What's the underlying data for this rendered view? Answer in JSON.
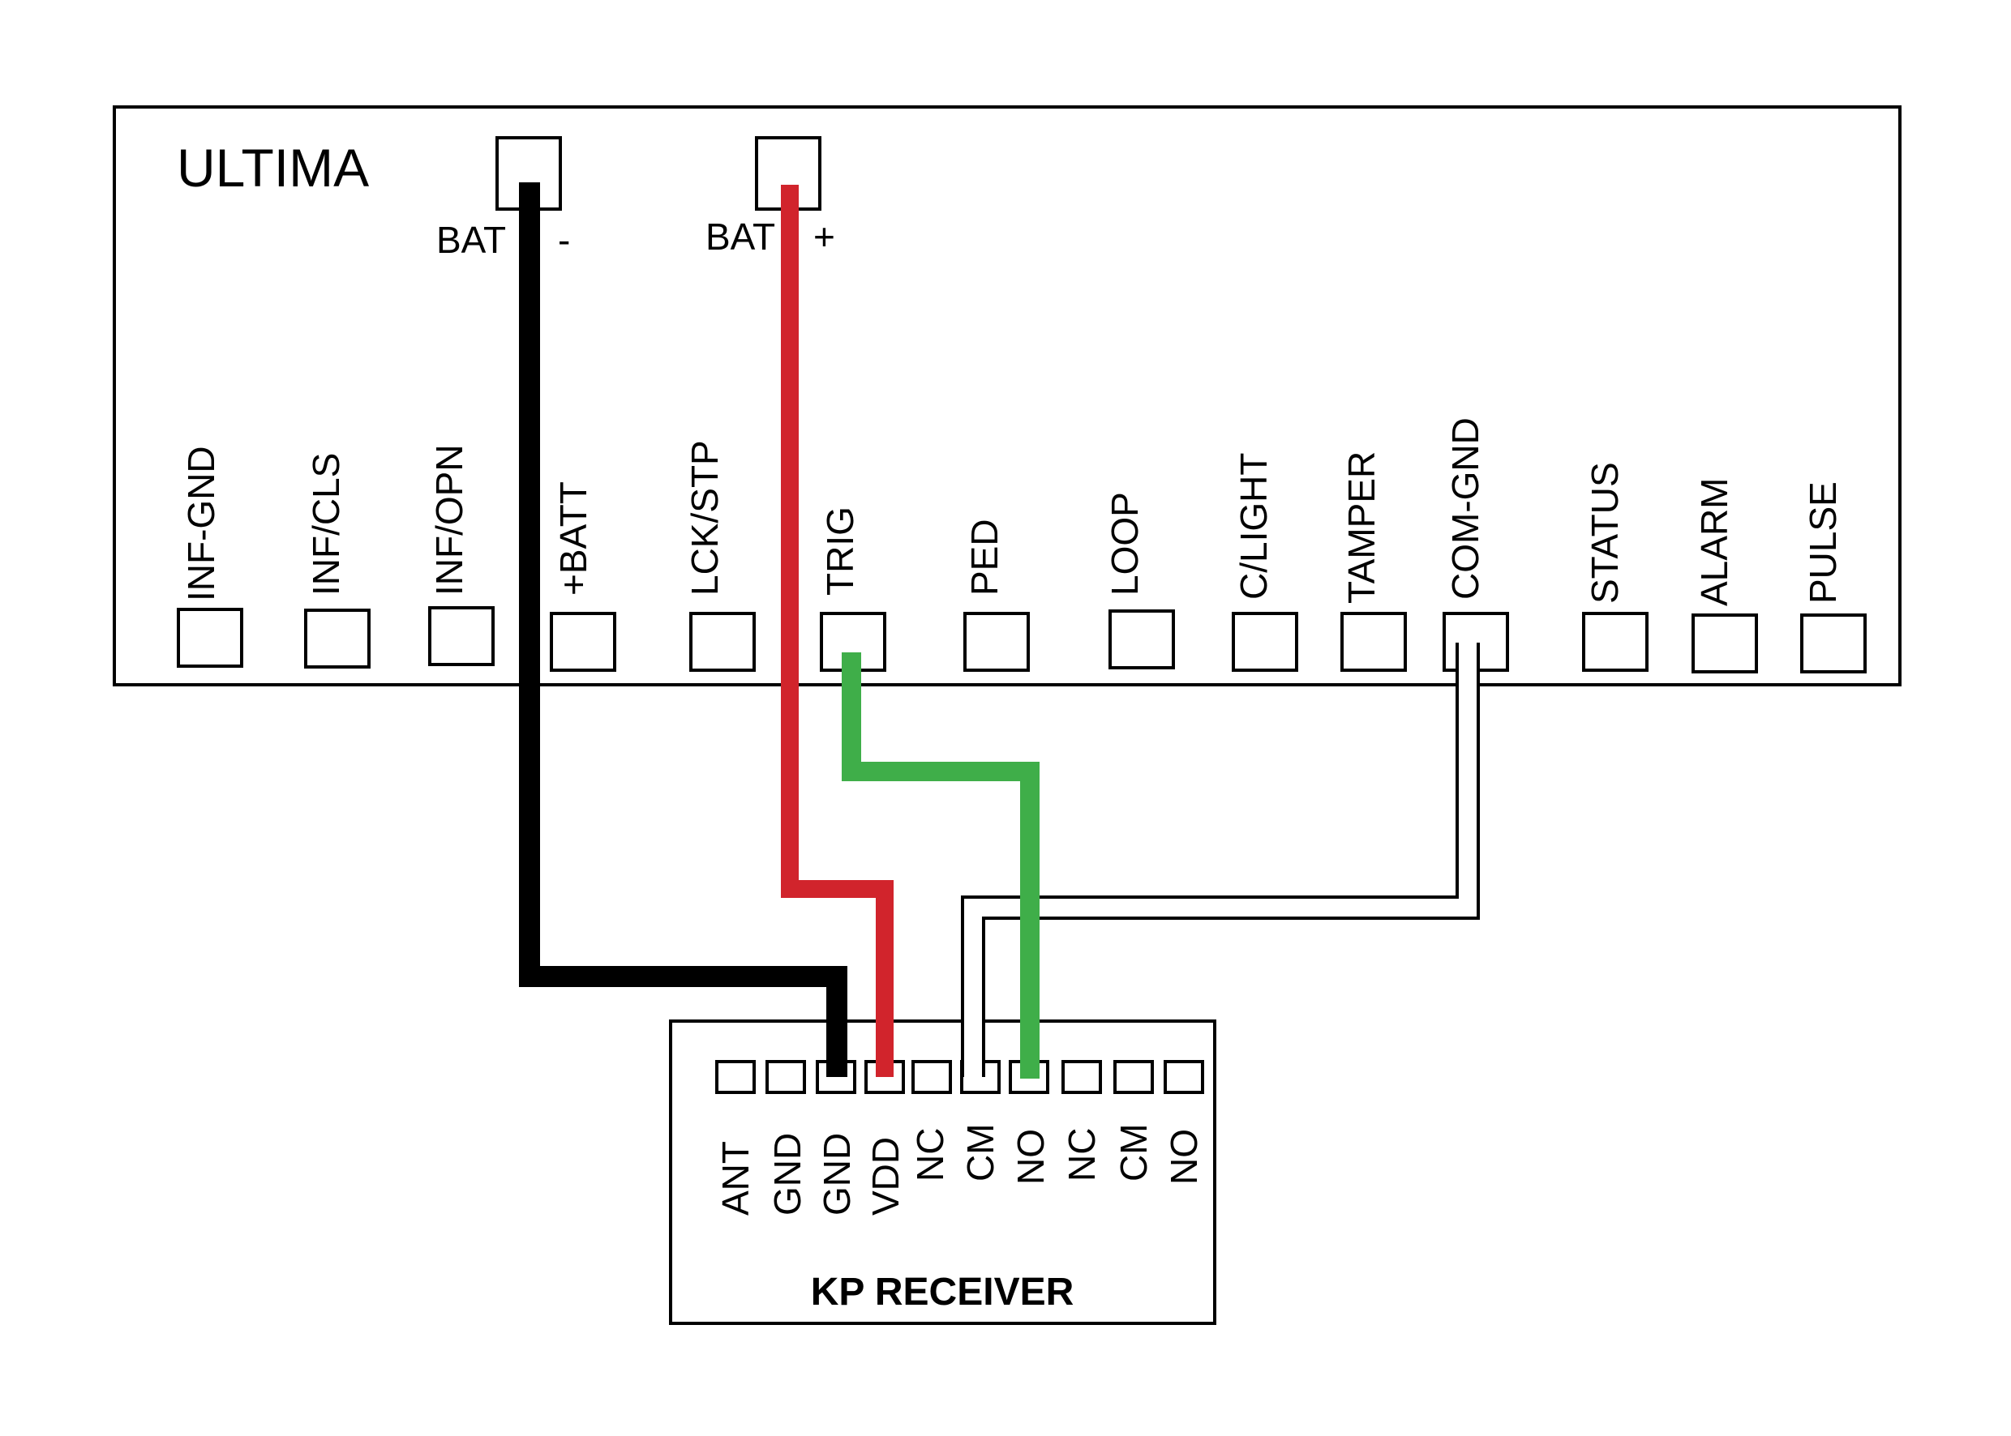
{
  "ultima": {
    "title": "ULTIMA",
    "battery_terminals": [
      {
        "id": "bat-neg",
        "label_a": "BAT",
        "label_b": "-"
      },
      {
        "id": "bat-pos",
        "label_a": "BAT",
        "label_b": "+"
      }
    ],
    "terminals": [
      "INF-GND",
      "INF/CLS",
      "INF/OPN",
      "+BATT",
      "LCK/STP",
      "TRIG",
      "PED",
      "LOOP",
      "C/LIGHT",
      "TAMPER",
      "COM-GND",
      "STATUS",
      "ALARM",
      "PULSE"
    ]
  },
  "receiver": {
    "title": "KP RECEIVER",
    "terminals": [
      "ANT",
      "GND",
      "GND",
      "VDD",
      "NC",
      "CM",
      "NO",
      "NC",
      "CM",
      "NO"
    ]
  },
  "wires": [
    {
      "name": "black-wire",
      "color": "#000000",
      "from": "BAT -",
      "to": "GND"
    },
    {
      "name": "red-wire",
      "color": "#d1242c",
      "from": "BAT +",
      "to": "VDD"
    },
    {
      "name": "green-wire",
      "color": "#3fae49",
      "from": "TRIG",
      "to": "NO"
    },
    {
      "name": "white-wire",
      "color": "#ffffff",
      "from": "COM-GND",
      "to": "CM"
    }
  ]
}
